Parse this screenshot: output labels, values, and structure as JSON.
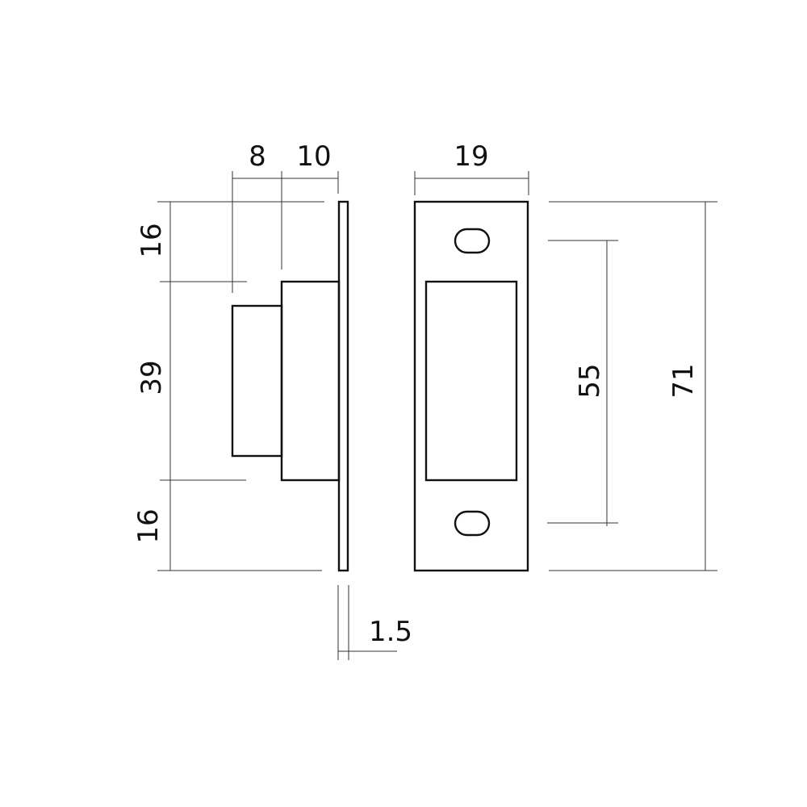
{
  "dimensions": {
    "depth_small": "8",
    "depth_large": "10",
    "plate_width": "19",
    "top_section": "16",
    "middle_section": "39",
    "bottom_section": "16",
    "hole_spacing": "55",
    "total_height": "71",
    "plate_thickness": "1.5"
  },
  "colors": {
    "stroke": "#111111",
    "background": "#ffffff"
  }
}
